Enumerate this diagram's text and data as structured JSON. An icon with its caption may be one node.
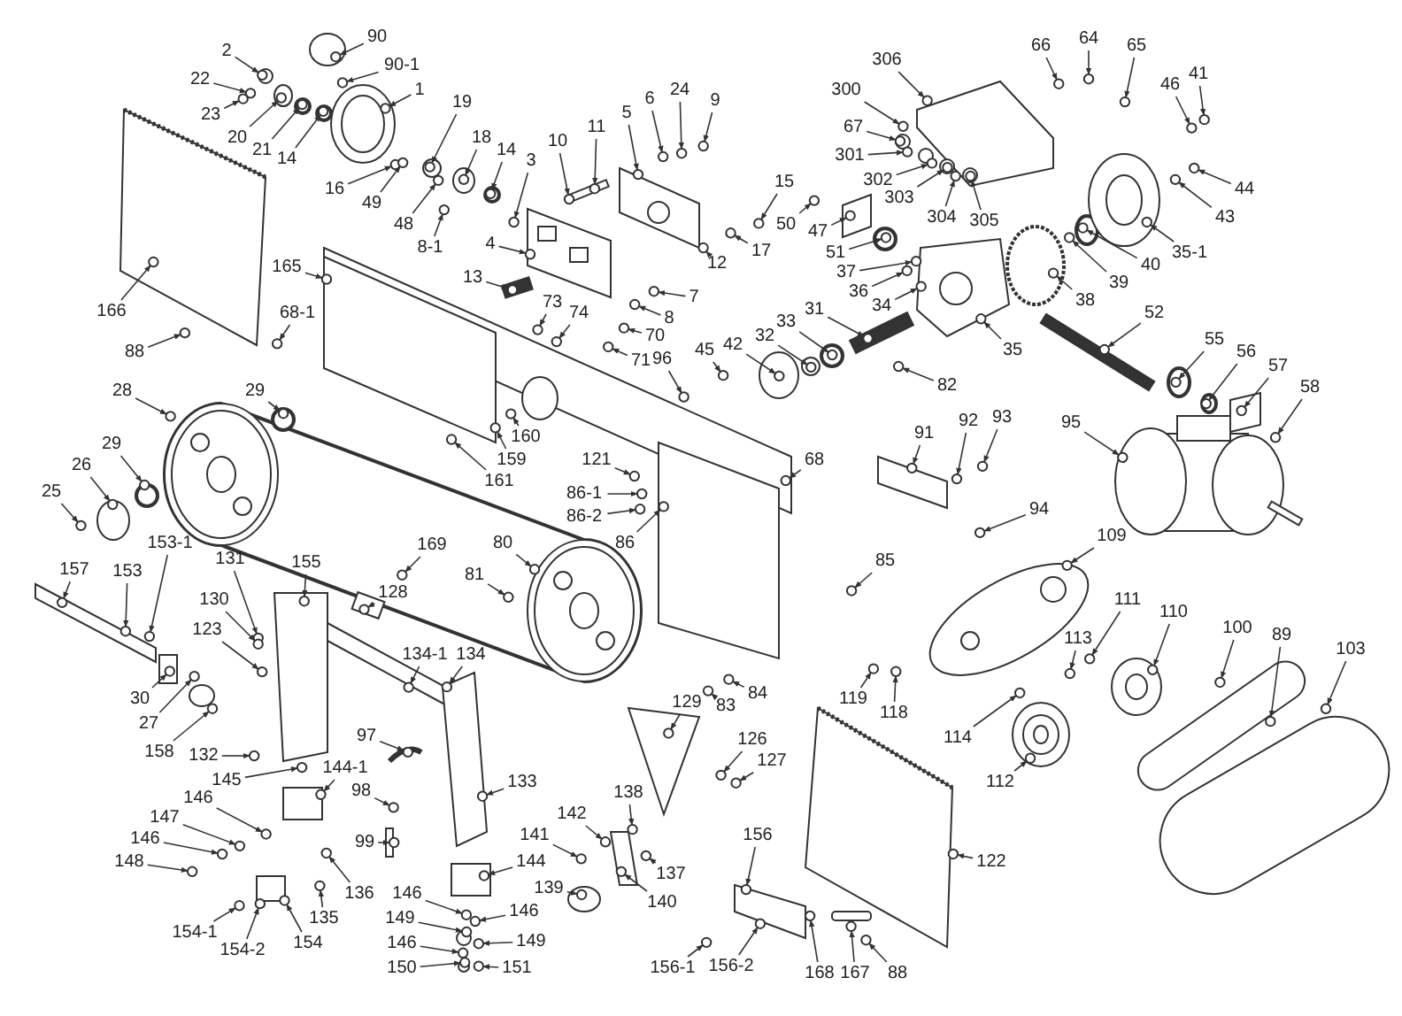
{
  "diagram": {
    "nodes": [
      {
        "text": [
          "90"
        ]
      },
      {
        "text": [
          "90-1"
        ]
      },
      {
        "text": [
          "2"
        ]
      },
      {
        "text": [
          "22"
        ]
      },
      {
        "text": [
          "23"
        ]
      },
      {
        "text": [
          "1"
        ]
      },
      {
        "text": [
          "20"
        ]
      },
      {
        "text": [
          "21"
        ]
      },
      {
        "text": [
          "14"
        ]
      },
      {
        "text": [
          "19"
        ]
      },
      {
        "text": [
          "16"
        ]
      },
      {
        "text": [
          "49"
        ]
      },
      {
        "text": [
          "18"
        ]
      },
      {
        "text": [
          "14"
        ]
      },
      {
        "text": [
          "48"
        ]
      },
      {
        "text": [
          "8-1"
        ]
      },
      {
        "text": [
          "3"
        ]
      },
      {
        "text": [
          "10"
        ]
      },
      {
        "text": [
          "11"
        ]
      },
      {
        "text": [
          "5"
        ]
      },
      {
        "text": [
          "6"
        ]
      },
      {
        "text": [
          "24"
        ]
      },
      {
        "text": [
          "9"
        ]
      },
      {
        "text": [
          "4"
        ]
      },
      {
        "text": [
          "13"
        ]
      },
      {
        "text": [
          "165"
        ]
      },
      {
        "text": [
          "166"
        ]
      },
      {
        "text": [
          "7"
        ]
      },
      {
        "text": [
          "8"
        ]
      },
      {
        "text": [
          "73"
        ]
      },
      {
        "text": [
          "74"
        ]
      },
      {
        "text": [
          "70"
        ]
      },
      {
        "text": [
          "71"
        ]
      },
      {
        "text": [
          "68-1"
        ]
      },
      {
        "text": [
          "88"
        ]
      },
      {
        "text": [
          "306"
        ]
      },
      {
        "text": [
          "300"
        ]
      },
      {
        "text": [
          "67"
        ]
      },
      {
        "text": [
          "301"
        ]
      },
      {
        "text": [
          "302"
        ]
      },
      {
        "text": [
          "303"
        ]
      },
      {
        "text": [
          "304"
        ]
      },
      {
        "text": [
          "305"
        ]
      },
      {
        "text": [
          "66"
        ]
      },
      {
        "text": [
          "64"
        ]
      },
      {
        "text": [
          "65"
        ]
      },
      {
        "text": [
          "46"
        ]
      },
      {
        "text": [
          "41"
        ]
      },
      {
        "text": [
          "15"
        ]
      },
      {
        "text": [
          "50"
        ]
      },
      {
        "text": [
          "47"
        ]
      },
      {
        "text": [
          "17"
        ]
      },
      {
        "text": [
          "12"
        ]
      },
      {
        "text": [
          "44"
        ]
      },
      {
        "text": [
          "43"
        ]
      },
      {
        "text": [
          "35-1"
        ]
      },
      {
        "text": [
          "51"
        ]
      },
      {
        "text": [
          "37"
        ]
      },
      {
        "text": [
          "36"
        ]
      },
      {
        "text": [
          "34"
        ]
      },
      {
        "text": [
          "40"
        ]
      },
      {
        "text": [
          "39"
        ]
      },
      {
        "text": [
          "38"
        ]
      },
      {
        "text": [
          "31"
        ]
      },
      {
        "text": [
          "33"
        ]
      },
      {
        "text": [
          "32"
        ]
      },
      {
        "text": [
          "42"
        ]
      },
      {
        "text": [
          "45"
        ]
      },
      {
        "text": [
          "96"
        ]
      },
      {
        "text": [
          "35"
        ]
      },
      {
        "text": [
          "52"
        ]
      },
      {
        "text": [
          "55"
        ]
      },
      {
        "text": [
          "56"
        ]
      },
      {
        "text": [
          "57"
        ]
      },
      {
        "text": [
          "58"
        ]
      },
      {
        "text": [
          "82"
        ]
      },
      {
        "text": [
          "28"
        ]
      },
      {
        "text": [
          "29"
        ]
      },
      {
        "text": [
          "29"
        ]
      },
      {
        "text": [
          "26"
        ]
      },
      {
        "text": [
          "25"
        ]
      },
      {
        "text": [
          "160"
        ]
      },
      {
        "text": [
          "159"
        ]
      },
      {
        "text": [
          "161"
        ]
      },
      {
        "text": [
          "121"
        ]
      },
      {
        "text": [
          "91"
        ]
      },
      {
        "text": [
          "92"
        ]
      },
      {
        "text": [
          "93"
        ]
      },
      {
        "text": [
          "95"
        ]
      },
      {
        "text": [
          "68"
        ]
      },
      {
        "text": [
          "86-1"
        ]
      },
      {
        "text": [
          "86-2"
        ]
      },
      {
        "text": [
          "94"
        ]
      },
      {
        "text": [
          "86"
        ]
      },
      {
        "text": [
          "169"
        ]
      },
      {
        "text": [
          "80"
        ]
      },
      {
        "text": [
          "109"
        ]
      },
      {
        "text": [
          "81"
        ]
      },
      {
        "text": [
          "85"
        ]
      },
      {
        "text": [
          "157"
        ]
      },
      {
        "text": [
          "153"
        ]
      },
      {
        "text": [
          "153-1"
        ]
      },
      {
        "text": [
          "131"
        ]
      },
      {
        "text": [
          "155"
        ]
      },
      {
        "text": [
          "128"
        ]
      },
      {
        "text": [
          "130"
        ]
      },
      {
        "text": [
          "111"
        ]
      },
      {
        "text": [
          "110"
        ]
      },
      {
        "text": [
          "100"
        ]
      },
      {
        "text": [
          "89"
        ]
      },
      {
        "text": [
          "123"
        ]
      },
      {
        "text": [
          "103"
        ]
      },
      {
        "text": [
          "113"
        ]
      },
      {
        "text": [
          "134-1"
        ]
      },
      {
        "text": [
          "134"
        ]
      },
      {
        "text": [
          "30"
        ]
      },
      {
        "text": [
          "83"
        ]
      },
      {
        "text": [
          "84"
        ]
      },
      {
        "text": [
          "119"
        ]
      },
      {
        "text": [
          "118"
        ]
      },
      {
        "text": [
          "129"
        ]
      },
      {
        "text": [
          "27"
        ]
      },
      {
        "text": [
          "97"
        ]
      },
      {
        "text": [
          "114"
        ]
      },
      {
        "text": [
          "126"
        ]
      },
      {
        "text": [
          "158"
        ]
      },
      {
        "text": [
          "132"
        ]
      },
      {
        "text": [
          "127"
        ]
      },
      {
        "text": [
          "144-1"
        ]
      },
      {
        "text": [
          "145"
        ]
      },
      {
        "text": [
          "112"
        ]
      },
      {
        "text": [
          "133"
        ]
      },
      {
        "text": [
          "98"
        ]
      },
      {
        "text": [
          "138"
        ]
      },
      {
        "text": [
          "146"
        ]
      },
      {
        "text": [
          "142"
        ]
      },
      {
        "text": [
          "147"
        ]
      },
      {
        "text": [
          "156"
        ]
      },
      {
        "text": [
          "141"
        ]
      },
      {
        "text": [
          "146"
        ]
      },
      {
        "text": [
          "99"
        ]
      },
      {
        "text": [
          "122"
        ]
      },
      {
        "text": [
          "148"
        ]
      },
      {
        "text": [
          "144"
        ]
      },
      {
        "text": [
          "137"
        ]
      },
      {
        "text": [
          "139"
        ]
      },
      {
        "text": [
          "136"
        ]
      },
      {
        "text": [
          "146"
        ]
      },
      {
        "text": [
          "140"
        ]
      },
      {
        "text": [
          "146"
        ]
      },
      {
        "text": [
          "135"
        ]
      },
      {
        "text": [
          "149"
        ]
      },
      {
        "text": [
          "154-1"
        ]
      },
      {
        "text": [
          "154"
        ]
      },
      {
        "text": [
          "149"
        ]
      },
      {
        "text": [
          "146"
        ]
      },
      {
        "text": [
          "154-2"
        ]
      },
      {
        "text": [
          "150"
        ]
      },
      {
        "text": [
          "151"
        ]
      },
      {
        "text": [
          "156-1"
        ]
      },
      {
        "text": [
          "156-2"
        ]
      },
      {
        "text": [
          "168"
        ]
      },
      {
        "text": [
          "167"
        ]
      },
      {
        "text": [
          "88"
        ]
      },
      {
        "text": [],
        "shape": "circle"
      },
      {
        "text": [],
        "shape": "circle"
      },
      {
        "text": [],
        "shape": "circle"
      },
      {
        "text": [],
        "shape": "circle"
      },
      {
        "text": [],
        "shape": "circle"
      },
      {
        "text": [],
        "shape": "circle"
      },
      {
        "text": [],
        "shape": "circle"
      },
      {
        "text": [],
        "shape": "circle"
      },
      {
        "text": [],
        "shape": "circle"
      },
      {
        "text": [],
        "shape": "circle"
      },
      {
        "text": [],
        "shape": "circle"
      },
      {
        "text": [],
        "shape": "circle"
      },
      {
        "text": [],
        "shape": "circle"
      },
      {
        "text": [],
        "shape": "circle"
      },
      {
        "text": [],
        "shape": "circle"
      },
      {
        "text": [],
        "shape": "circle"
      },
      {
        "text": [],
        "shape": "circle"
      },
      {
        "text": [],
        "shape": "circle"
      },
      {
        "text": [],
        "shape": "circle"
      },
      {
        "text": [],
        "shape": "circle"
      },
      {
        "text": [],
        "shape": "circle"
      },
      {
        "text": [],
        "shape": "circle"
      },
      {
        "text": [],
        "shape": "circle"
      },
      {
        "text": [],
        "shape": "circle"
      },
      {
        "text": [],
        "shape": "circle"
      },
      {
        "text": [],
        "shape": "circle"
      },
      {
        "text": [],
        "shape": "circle"
      },
      {
        "text": [],
        "shape": "circle"
      },
      {
        "text": [],
        "shape": "circle"
      },
      {
        "text": [],
        "shape": "circle"
      },
      {
        "text": [],
        "shape": "circle"
      },
      {
        "text": [],
        "shape": "circle"
      },
      {
        "text": [],
        "shape": "circle"
      },
      {
        "text": [],
        "shape": "circle"
      },
      {
        "text": [],
        "shape": "circle"
      },
      {
        "text": [],
        "shape": "circle"
      },
      {
        "text": [],
        "shape": "circle"
      },
      {
        "text": [],
        "shape": "circle"
      },
      {
        "text": [],
        "shape": "circle"
      },
      {
        "text": [],
        "shape": "circle"
      },
      {
        "text": [],
        "shape": "circle"
      },
      {
        "text": [],
        "shape": "circle"
      },
      {
        "text": [],
        "shape": "circle"
      },
      {
        "text": [],
        "shape": "circle"
      },
      {
        "text": [],
        "shape": "circle"
      },
      {
        "text": [],
        "shape": "circle"
      },
      {
        "text": [],
        "shape": "circle"
      },
      {
        "text": [],
        "shape": "circle"
      },
      {
        "text": [],
        "shape": "circle"
      },
      {
        "text": [],
        "shape": "circle"
      },
      {
        "text": [],
        "shape": "circle"
      },
      {
        "text": [],
        "shape": "circle"
      },
      {
        "text": [],
        "shape": "circle"
      },
      {
        "text": [],
        "shape": "circle"
      },
      {
        "text": [],
        "shape": "circle"
      },
      {
        "text": [],
        "shape": "circle"
      },
      {
        "text": [],
        "shape": "circle"
      },
      {
        "text": [],
        "shape": "circle"
      },
      {
        "text": [],
        "shape": "circle"
      },
      {
        "text": [],
        "shape": "circle"
      },
      {
        "text": [],
        "shape": "circle"
      },
      {
        "text": [],
        "shape": "circle"
      },
      {
        "text": [],
        "shape": "circle"
      },
      {
        "text": [],
        "shape": "circle"
      },
      {
        "text": [],
        "shape": "circle"
      },
      {
        "text": [],
        "shape": "circle"
      },
      {
        "text": [],
        "shape": "circle"
      },
      {
        "text": [],
        "shape": "circle"
      },
      {
        "text": [],
        "shape": "circle"
      },
      {
        "text": [],
        "shape": "circle"
      },
      {
        "text": [],
        "shape": "circle"
      },
      {
        "text": [],
        "shape": "circle"
      },
      {
        "text": [],
        "shape": "circle"
      },
      {
        "text": [],
        "shape": "circle"
      },
      {
        "text": [],
        "shape": "circle"
      },
      {
        "text": [],
        "shape": "circle"
      },
      {
        "text": [],
        "shape": "circle"
      },
      {
        "text": [],
        "shape": "circle"
      },
      {
        "text": [],
        "shape": "circle"
      },
      {
        "text": [],
        "shape": "circle"
      },
      {
        "text": [],
        "shape": "circle"
      },
      {
        "text": [],
        "shape": "circle"
      },
      {
        "text": [],
        "shape": "circle"
      },
      {
        "text": [],
        "shape": "circle"
      },
      {
        "text": [],
        "shape": "circle"
      },
      {
        "text": [],
        "shape": "circle"
      },
      {
        "text": [],
        "shape": "circle"
      },
      {
        "text": [],
        "shape": "circle"
      },
      {
        "text": [],
        "shape": "circle"
      },
      {
        "text": [],
        "shape": "circle"
      },
      {
        "text": [],
        "shape": "circle"
      },
      {
        "text": [],
        "shape": "circle"
      },
      {
        "text": [],
        "shape": "circle"
      },
      {
        "text": [],
        "shape": "circle"
      },
      {
        "text": [],
        "shape": "circle"
      },
      {
        "text": [],
        "shape": "circle"
      },
      {
        "text": [],
        "shape": "circle"
      },
      {
        "text": [],
        "shape": "circle"
      },
      {
        "text": [],
        "shape": "circle"
      },
      {
        "text": [],
        "shape": "circle"
      },
      {
        "text": [],
        "shape": "circle"
      },
      {
        "text": [],
        "shape": "circle"
      },
      {
        "text": [],
        "shape": "circle"
      },
      {
        "text": [],
        "shape": "circle"
      },
      {
        "text": [],
        "shape": "circle"
      },
      {
        "text": [],
        "shape": "circle"
      },
      {
        "text": [],
        "shape": "circle"
      },
      {
        "text": [],
        "shape": "circle"
      },
      {
        "text": [],
        "shape": "circle"
      },
      {
        "text": [],
        "shape": "circle"
      },
      {
        "text": [],
        "shape": "circle"
      },
      {
        "text": [],
        "shape": "circle"
      },
      {
        "text": [],
        "shape": "circle"
      },
      {
        "text": [],
        "shape": "circle"
      },
      {
        "text": [],
        "shape": "circle"
      },
      {
        "text": [],
        "shape": "circle"
      },
      {
        "text": [],
        "shape": "circle"
      },
      {
        "text": [],
        "shape": "circle"
      },
      {
        "text": [],
        "shape": "circle"
      },
      {
        "text": [],
        "shape": "circle"
      },
      {
        "text": [],
        "shape": "circle"
      },
      {
        "text": [],
        "shape": "circle"
      },
      {
        "text": [],
        "shape": "circle"
      },
      {
        "text": [],
        "shape": "circle"
      },
      {
        "text": [],
        "shape": "circle"
      },
      {
        "text": [],
        "shape": "circle"
      },
      {
        "text": [],
        "shape": "circle"
      },
      {
        "text": [],
        "shape": "circle"
      },
      {
        "text": [],
        "shape": "circle"
      },
      {
        "text": [],
        "shape": "circle"
      },
      {
        "text": [],
        "shape": "circle"
      },
      {
        "text": [],
        "shape": "circle"
      },
      {
        "text": [],
        "shape": "circle"
      },
      {
        "text": [],
        "shape": "circle"
      },
      {
        "text": [],
        "shape": "circle"
      },
      {
        "text": [],
        "shape": "circle"
      },
      {
        "text": [],
        "shape": "circle"
      },
      {
        "text": [],
        "shape": "circle"
      },
      {
        "text": [],
        "shape": "circle"
      },
      {
        "text": [],
        "shape": "circle"
      },
      {
        "text": [],
        "shape": "circle"
      },
      {
        "text": [],
        "shape": "circle"
      },
      {
        "text": [],
        "shape": "circle"
      },
      {
        "text": [],
        "shape": "circle"
      },
      {
        "text": [],
        "shape": "circle"
      },
      {
        "text": [],
        "shape": "circle"
      },
      {
        "text": [],
        "shape": "circle"
      },
      {
        "text": [],
        "shape": "circle"
      },
      {
        "text": [],
        "shape": "circle"
      },
      {
        "text": [],
        "shape": "circle"
      },
      {
        "text": [],
        "shape": "circle"
      },
      {
        "text": [],
        "shape": "circle"
      },
      {
        "text": [],
        "shape": "circle"
      },
      {
        "text": [],
        "shape": "circle"
      },
      {
        "text": [],
        "shape": "circle"
      },
      {
        "text": [],
        "shape": "circle"
      },
      {
        "text": [],
        "shape": "circle"
      },
      {
        "text": [],
        "shape": "circle"
      },
      {
        "text": [],
        "shape": "circle"
      },
      {
        "text": [],
        "shape": "circle"
      },
      {
        "text": [],
        "shape": "circle"
      },
      {
        "text": [],
        "shape": "circle"
      },
      {
        "text": [],
        "shape": "circle"
      },
      {
        "text": [],
        "shape": "circle"
      }
    ],
    "edges": [
      {
        "from": 0,
        "to": 164,
        "arrow": "to"
      },
      {
        "from": 1,
        "to": 165,
        "arrow": "to"
      },
      {
        "from": 2,
        "to": 166,
        "arrow": "to"
      },
      {
        "from": 3,
        "to": 167,
        "arrow": "to"
      },
      {
        "from": 4,
        "to": 168,
        "arrow": "to"
      },
      {
        "from": 5,
        "to": 169,
        "arrow": "to"
      },
      {
        "from": 6,
        "to": 170,
        "arrow": "to"
      },
      {
        "from": 7,
        "to": 171,
        "arrow": "to"
      },
      {
        "from": 8,
        "to": 172,
        "arrow": "to"
      },
      {
        "from": 9,
        "to": 173,
        "arrow": "to"
      },
      {
        "from": 10,
        "to": 174,
        "arrow": "to"
      },
      {
        "from": 11,
        "to": 175,
        "arrow": "to"
      },
      {
        "from": 12,
        "to": 176,
        "arrow": "to"
      },
      {
        "from": 13,
        "to": 177,
        "arrow": "to"
      },
      {
        "from": 14,
        "to": 178,
        "arrow": "to"
      },
      {
        "from": 15,
        "to": 179,
        "arrow": "to"
      },
      {
        "from": 16,
        "to": 180,
        "arrow": "to"
      },
      {
        "from": 17,
        "to": 181,
        "arrow": "to"
      },
      {
        "from": 18,
        "to": 182,
        "arrow": "to"
      },
      {
        "from": 19,
        "to": 183,
        "arrow": "to"
      },
      {
        "from": 20,
        "to": 184,
        "arrow": "to"
      },
      {
        "from": 21,
        "to": 185,
        "arrow": "to"
      },
      {
        "from": 22,
        "to": 186,
        "arrow": "to"
      },
      {
        "from": 23,
        "to": 187,
        "arrow": "to"
      },
      {
        "from": 24,
        "to": 188,
        "arrow": "to"
      },
      {
        "from": 25,
        "to": 189,
        "arrow": "to"
      },
      {
        "from": 26,
        "to": 190,
        "arrow": "to"
      },
      {
        "from": 27,
        "to": 191,
        "arrow": "to"
      },
      {
        "from": 28,
        "to": 192,
        "arrow": "to"
      },
      {
        "from": 29,
        "to": 193,
        "arrow": "to"
      },
      {
        "from": 30,
        "to": 194,
        "arrow": "to"
      },
      {
        "from": 31,
        "to": 195,
        "arrow": "to"
      },
      {
        "from": 32,
        "to": 196,
        "arrow": "to"
      },
      {
        "from": 33,
        "to": 197,
        "arrow": "to"
      },
      {
        "from": 34,
        "to": 198,
        "arrow": "to"
      },
      {
        "from": 35,
        "to": 199,
        "arrow": "to"
      },
      {
        "from": 36,
        "to": 200,
        "arrow": "to"
      },
      {
        "from": 37,
        "to": 201,
        "arrow": "to"
      },
      {
        "from": 38,
        "to": 202,
        "arrow": "to"
      },
      {
        "from": 39,
        "to": 203,
        "arrow": "to"
      },
      {
        "from": 40,
        "to": 204,
        "arrow": "to"
      },
      {
        "from": 41,
        "to": 205,
        "arrow": "to"
      },
      {
        "from": 42,
        "to": 206,
        "arrow": "to"
      },
      {
        "from": 43,
        "to": 207,
        "arrow": "to"
      },
      {
        "from": 44,
        "to": 208,
        "arrow": "to"
      },
      {
        "from": 45,
        "to": 209,
        "arrow": "to"
      },
      {
        "from": 46,
        "to": 210,
        "arrow": "to"
      },
      {
        "from": 47,
        "to": 211,
        "arrow": "to"
      },
      {
        "from": 48,
        "to": 212,
        "arrow": "to"
      },
      {
        "from": 49,
        "to": 213,
        "arrow": "to"
      },
      {
        "from": 50,
        "to": 214,
        "arrow": "to"
      },
      {
        "from": 51,
        "to": 215,
        "arrow": "to"
      },
      {
        "from": 52,
        "to": 216,
        "arrow": "to"
      },
      {
        "from": 53,
        "to": 217,
        "arrow": "to"
      },
      {
        "from": 54,
        "to": 218,
        "arrow": "to"
      },
      {
        "from": 55,
        "to": 219,
        "arrow": "to"
      },
      {
        "from": 56,
        "to": 220,
        "arrow": "to"
      },
      {
        "from": 57,
        "to": 221,
        "arrow": "to"
      },
      {
        "from": 58,
        "to": 222,
        "arrow": "to"
      },
      {
        "from": 59,
        "to": 223,
        "arrow": "to"
      },
      {
        "from": 60,
        "to": 224,
        "arrow": "to"
      },
      {
        "from": 61,
        "to": 225,
        "arrow": "to"
      },
      {
        "from": 62,
        "to": 226,
        "arrow": "to"
      },
      {
        "from": 63,
        "to": 227,
        "arrow": "to"
      },
      {
        "from": 64,
        "to": 228,
        "arrow": "to"
      },
      {
        "from": 65,
        "to": 229,
        "arrow": "to"
      },
      {
        "from": 66,
        "to": 230,
        "arrow": "to"
      },
      {
        "from": 67,
        "to": 231,
        "arrow": "to"
      },
      {
        "from": 68,
        "to": 232,
        "arrow": "to"
      },
      {
        "from": 69,
        "to": 233,
        "arrow": "to"
      },
      {
        "from": 70,
        "to": 234,
        "arrow": "to"
      },
      {
        "from": 71,
        "to": 235,
        "arrow": "to"
      },
      {
        "from": 72,
        "to": 236,
        "arrow": "to"
      },
      {
        "from": 73,
        "to": 237,
        "arrow": "to"
      },
      {
        "from": 74,
        "to": 238,
        "arrow": "to"
      },
      {
        "from": 75,
        "to": 239,
        "arrow": "to"
      },
      {
        "from": 76,
        "to": 240,
        "arrow": "to"
      },
      {
        "from": 77,
        "to": 241,
        "arrow": "to"
      },
      {
        "from": 78,
        "to": 242,
        "arrow": "to"
      },
      {
        "from": 79,
        "to": 243,
        "arrow": "to"
      },
      {
        "from": 80,
        "to": 244,
        "arrow": "to"
      },
      {
        "from": 81,
        "to": 245,
        "arrow": "to"
      },
      {
        "from": 82,
        "to": 246,
        "arrow": "to"
      },
      {
        "from": 83,
        "to": 247,
        "arrow": "to"
      },
      {
        "from": 84,
        "to": 248,
        "arrow": "to"
      },
      {
        "from": 85,
        "to": 249,
        "arrow": "to"
      },
      {
        "from": 86,
        "to": 250,
        "arrow": "to"
      },
      {
        "from": 87,
        "to": 251,
        "arrow": "to"
      },
      {
        "from": 88,
        "to": 252,
        "arrow": "to"
      },
      {
        "from": 89,
        "to": 253,
        "arrow": "to"
      },
      {
        "from": 90,
        "to": 254,
        "arrow": "to"
      },
      {
        "from": 91,
        "to": 255,
        "arrow": "to"
      },
      {
        "from": 92,
        "to": 256,
        "arrow": "to"
      },
      {
        "from": 93,
        "to": 257,
        "arrow": "to"
      },
      {
        "from": 94,
        "to": 258,
        "arrow": "to"
      },
      {
        "from": 95,
        "to": 259,
        "arrow": "to"
      },
      {
        "from": 96,
        "to": 260,
        "arrow": "to"
      },
      {
        "from": 97,
        "to": 261,
        "arrow": "to"
      },
      {
        "from": 98,
        "to": 262,
        "arrow": "to"
      },
      {
        "from": 99,
        "to": 263,
        "arrow": "to"
      },
      {
        "from": 100,
        "to": 264,
        "arrow": "to"
      },
      {
        "from": 101,
        "to": 265,
        "arrow": "to"
      },
      {
        "from": 102,
        "to": 266,
        "arrow": "to"
      },
      {
        "from": 103,
        "to": 267,
        "arrow": "to"
      },
      {
        "from": 104,
        "to": 268,
        "arrow": "to"
      },
      {
        "from": 105,
        "to": 269,
        "arrow": "to"
      },
      {
        "from": 106,
        "to": 270,
        "arrow": "to"
      },
      {
        "from": 107,
        "to": 271,
        "arrow": "to"
      },
      {
        "from": 108,
        "to": 272,
        "arrow": "to"
      },
      {
        "from": 109,
        "to": 273,
        "arrow": "to"
      },
      {
        "from": 110,
        "to": 274,
        "arrow": "to"
      },
      {
        "from": 111,
        "to": 275,
        "arrow": "to"
      },
      {
        "from": 112,
        "to": 276,
        "arrow": "to"
      },
      {
        "from": 113,
        "to": 277,
        "arrow": "to"
      },
      {
        "from": 114,
        "to": 278,
        "arrow": "to"
      },
      {
        "from": 115,
        "to": 279,
        "arrow": "to"
      },
      {
        "from": 116,
        "to": 280,
        "arrow": "to"
      },
      {
        "from": 117,
        "to": 281,
        "arrow": "to"
      },
      {
        "from": 118,
        "to": 282,
        "arrow": "to"
      },
      {
        "from": 119,
        "to": 283,
        "arrow": "to"
      },
      {
        "from": 120,
        "to": 284,
        "arrow": "to"
      },
      {
        "from": 121,
        "to": 285,
        "arrow": "to"
      },
      {
        "from": 122,
        "to": 286,
        "arrow": "to"
      },
      {
        "from": 123,
        "to": 287,
        "arrow": "to"
      },
      {
        "from": 124,
        "to": 288,
        "arrow": "to"
      },
      {
        "from": 125,
        "to": 289,
        "arrow": "to"
      },
      {
        "from": 126,
        "to": 290,
        "arrow": "to"
      },
      {
        "from": 127,
        "to": 291,
        "arrow": "to"
      },
      {
        "from": 128,
        "to": 292,
        "arrow": "to"
      },
      {
        "from": 129,
        "to": 293,
        "arrow": "to"
      },
      {
        "from": 130,
        "to": 294,
        "arrow": "to"
      },
      {
        "from": 131,
        "to": 295,
        "arrow": "to"
      },
      {
        "from": 132,
        "to": 296,
        "arrow": "to"
      },
      {
        "from": 133,
        "to": 297,
        "arrow": "to"
      },
      {
        "from": 134,
        "to": 298,
        "arrow": "to"
      },
      {
        "from": 135,
        "to": 299,
        "arrow": "to"
      },
      {
        "from": 136,
        "to": 300,
        "arrow": "to"
      },
      {
        "from": 137,
        "to": 301,
        "arrow": "to"
      },
      {
        "from": 138,
        "to": 302,
        "arrow": "to"
      },
      {
        "from": 139,
        "to": 303,
        "arrow": "to"
      },
      {
        "from": 140,
        "to": 304,
        "arrow": "to"
      },
      {
        "from": 141,
        "to": 305,
        "arrow": "to"
      },
      {
        "from": 142,
        "to": 306,
        "arrow": "to"
      },
      {
        "from": 143,
        "to": 307,
        "arrow": "to"
      },
      {
        "from": 144,
        "to": 308,
        "arrow": "to"
      },
      {
        "from": 145,
        "to": 309,
        "arrow": "to"
      },
      {
        "from": 146,
        "to": 310,
        "arrow": "to"
      },
      {
        "from": 147,
        "to": 311,
        "arrow": "to"
      },
      {
        "from": 148,
        "to": 312,
        "arrow": "to"
      },
      {
        "from": 149,
        "to": 313,
        "arrow": "to"
      },
      {
        "from": 150,
        "to": 314,
        "arrow": "to"
      },
      {
        "from": 151,
        "to": 315,
        "arrow": "to"
      },
      {
        "from": 152,
        "to": 316,
        "arrow": "to"
      },
      {
        "from": 153,
        "to": 317,
        "arrow": "to"
      },
      {
        "from": 154,
        "to": 318,
        "arrow": "to"
      },
      {
        "from": 155,
        "to": 319,
        "arrow": "to"
      },
      {
        "from": 156,
        "to": 320,
        "arrow": "to"
      },
      {
        "from": 157,
        "to": 321,
        "arrow": "to"
      },
      {
        "from": 158,
        "to": 322,
        "arrow": "to"
      },
      {
        "from": 159,
        "to": 323,
        "arrow": "to"
      },
      {
        "from": 160,
        "to": 324,
        "arrow": "to"
      },
      {
        "from": 161,
        "to": 325,
        "arrow": "to"
      },
      {
        "from": 162,
        "to": 326,
        "arrow": "to"
      },
      {
        "from": 163,
        "to": 327,
        "arrow": "to"
      }
    ]
  }
}
